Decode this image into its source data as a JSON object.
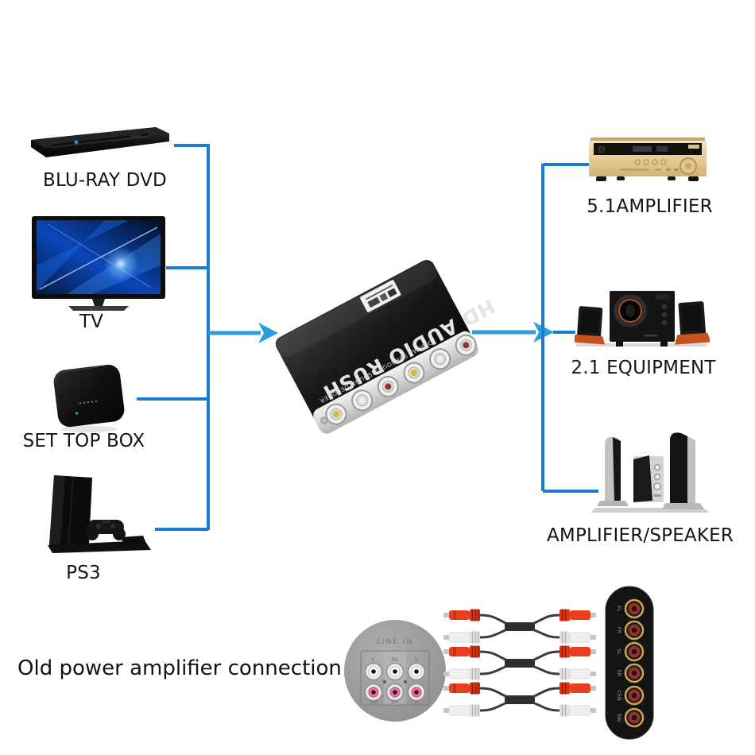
{
  "colors": {
    "background": "#ffffff",
    "connector_line": "#1b7cd3",
    "connector_arrow": "#2a9fdb"
  },
  "sources": [
    {
      "label": "BLU-RAY DVD"
    },
    {
      "label": "TV"
    },
    {
      "label": "SET TOP BOX"
    },
    {
      "label": "PS3"
    }
  ],
  "decoder": {
    "name": "HD AUDIO RUSH",
    "subtitle": "DIGITAL SURROUND SOUND DECODER"
  },
  "outputs": [
    {
      "label": "5.1AMPLIFIER"
    },
    {
      "label": "2.1 EQUIPMENT"
    },
    {
      "label": "AMPLIFIER/SPEAKER"
    }
  ],
  "bottom": {
    "caption": "Old power amplifier connection :",
    "line_in_panel": {
      "title": "LINE IN",
      "top_jacks": [
        "C",
        "SL",
        "L"
      ],
      "bottom_jacks": [
        "SW",
        "SR",
        "R"
      ]
    },
    "output_panel": {
      "jacks": [
        "FL",
        "FR",
        "SL",
        "SR",
        "CEN",
        "SW"
      ]
    }
  }
}
